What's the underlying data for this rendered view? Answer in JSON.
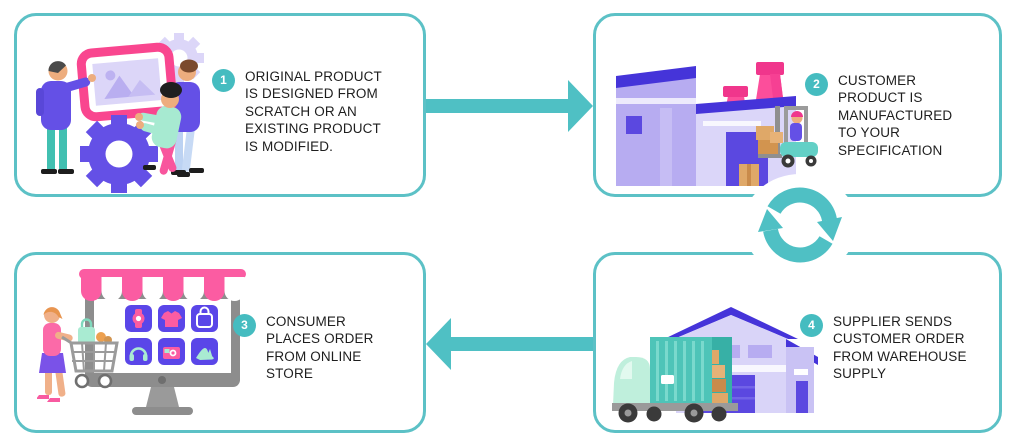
{
  "diagram": {
    "steps": [
      {
        "number": "1",
        "text": "ORIGINAL PRODUCT\nIS DESIGNED FROM\nSCRATCH OR AN\nEXISTING PRODUCT\nIS MODIFIED.",
        "illustration": "design-team"
      },
      {
        "number": "2",
        "text": "CUSTOMER\nPRODUCT IS\nMANUFACTURED\nTO YOUR\nSPECIFICATION",
        "illustration": "factory"
      },
      {
        "number": "3",
        "text": "CONSUMER\nPLACES ORDER\nFROM ONLINE\nSTORE",
        "illustration": "online-store"
      },
      {
        "number": "4",
        "text": "SUPPLIER SENDS\nCUSTOMER ORDER\nFROM WAREHOUSE\nSUPPLY",
        "illustration": "warehouse"
      }
    ],
    "connectors": [
      {
        "icon": "arrow-right-icon",
        "from": "step-1",
        "to": "step-2"
      },
      {
        "icon": "sync-loop-icon",
        "from": "step-2",
        "to": "step-4"
      },
      {
        "icon": "arrow-left-icon",
        "from": "step-4",
        "to": "step-3"
      }
    ],
    "colors": {
      "box_border": "#5CC1C6",
      "arrow_teal": "#4FC0C4",
      "badge_teal": "#45BCC0",
      "text": "#1E1E1E",
      "purple": "#6450E6",
      "indigo": "#4534D9",
      "lavender": "#D9D4F8",
      "pink": "#FB4E96",
      "mint": "#A9EBD2"
    }
  }
}
